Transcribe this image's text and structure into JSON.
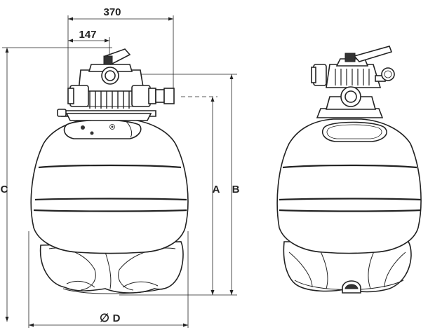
{
  "dimensions": {
    "overall_width": "370",
    "valve_offset": "147",
    "height_a": "A",
    "height_b": "B",
    "height_c": "C",
    "diameter_symbol": "∅",
    "diameter_label": "D"
  },
  "colors": {
    "line": "#222222",
    "background": "#ffffff"
  },
  "icons": {
    "left_view": "sand-filter-side-view",
    "right_view": "sand-filter-front-view",
    "gauge": "pressure-gauge-icon"
  }
}
